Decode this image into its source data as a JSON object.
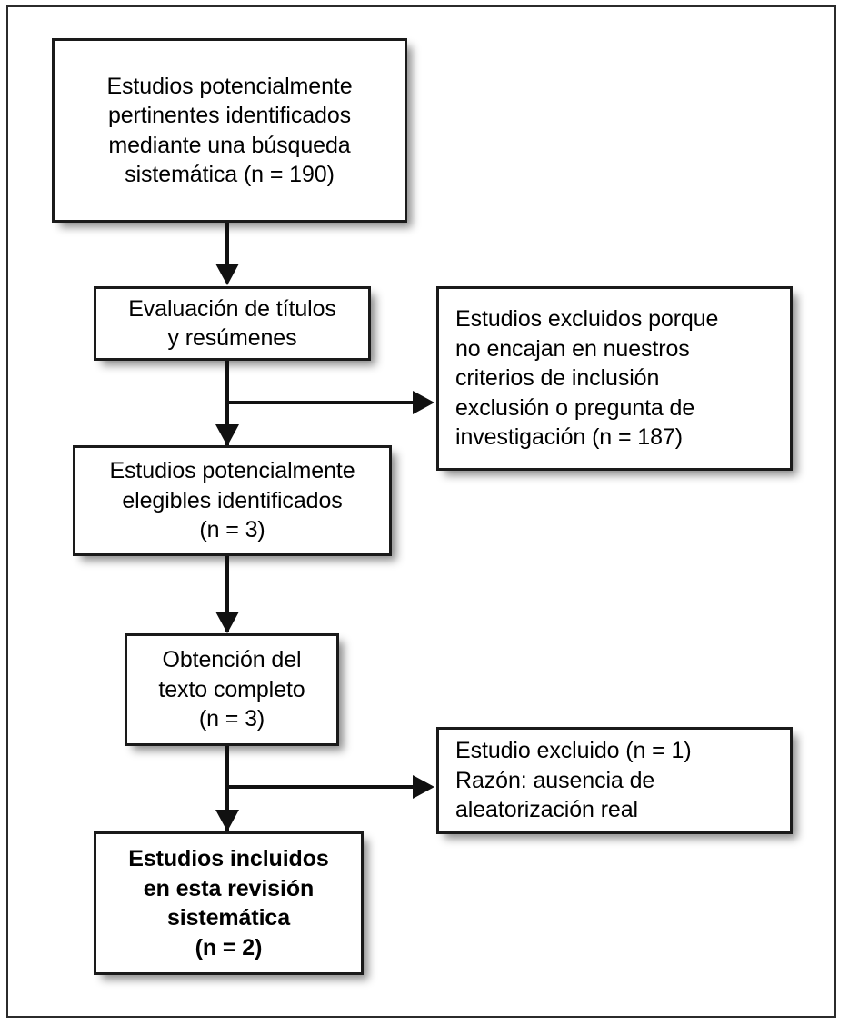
{
  "diagram": {
    "type": "prisma-flow-diagram",
    "language": "es",
    "frame": {
      "border_color": "#2b2b2b",
      "background": "#ffffff"
    },
    "box_style": {
      "border_color": "#1a1a1a",
      "fill": "#ffffff",
      "shadow": true
    },
    "nodes": [
      {
        "id": "identified",
        "role": "identification",
        "text": "Estudios potencialmente\npertinentes identificados\nmediante una búsqueda\nsistemática (n = 190)",
        "count_label": "n = 190",
        "count": 190,
        "bold": false,
        "align": "center"
      },
      {
        "id": "screening",
        "role": "screening",
        "text": "Evaluación de títulos\ny resúmenes",
        "count_label": "",
        "count": null,
        "bold": false,
        "align": "center"
      },
      {
        "id": "excluded-screening",
        "role": "excluded",
        "text": "Estudios excluidos porque\nno encajan en nuestros\ncriterios de inclusión\nexclusión o pregunta de\ninvestigación (n = 187)",
        "count_label": "n = 187",
        "count": 187,
        "bold": false,
        "align": "left"
      },
      {
        "id": "eligible",
        "role": "eligibility",
        "text": "Estudios potencialmente\nelegibles identificados\n(n = 3)",
        "count_label": "n = 3",
        "count": 3,
        "bold": false,
        "align": "center"
      },
      {
        "id": "fulltext",
        "role": "full-text",
        "text": "Obtención del\ntexto completo\n(n = 3)",
        "count_label": "n = 3",
        "count": 3,
        "bold": false,
        "align": "center"
      },
      {
        "id": "excluded-fulltext",
        "role": "excluded",
        "text": "Estudio excluido (n = 1)\nRazón: ausencia de\naleatorización real",
        "count_label": "n = 1",
        "count": 1,
        "bold": false,
        "align": "left"
      },
      {
        "id": "included",
        "role": "included",
        "text": "Estudios incluidos\nen esta revisión\nsistemática\n(n = 2)",
        "count_label": "n = 2",
        "count": 2,
        "bold": true,
        "align": "center"
      }
    ],
    "connectors": [
      {
        "id": "c1",
        "from": "identified",
        "to": "screening",
        "direction": "down"
      },
      {
        "id": "c2",
        "from": "screening",
        "to": "eligible",
        "direction": "down"
      },
      {
        "id": "c3",
        "from": "screening",
        "to": "excluded-screening",
        "direction": "right"
      },
      {
        "id": "c4",
        "from": "eligible",
        "to": "fulltext",
        "direction": "down"
      },
      {
        "id": "c5",
        "from": "fulltext",
        "to": "included",
        "direction": "down"
      },
      {
        "id": "c6",
        "from": "fulltext",
        "to": "excluded-fulltext",
        "direction": "right"
      }
    ]
  }
}
